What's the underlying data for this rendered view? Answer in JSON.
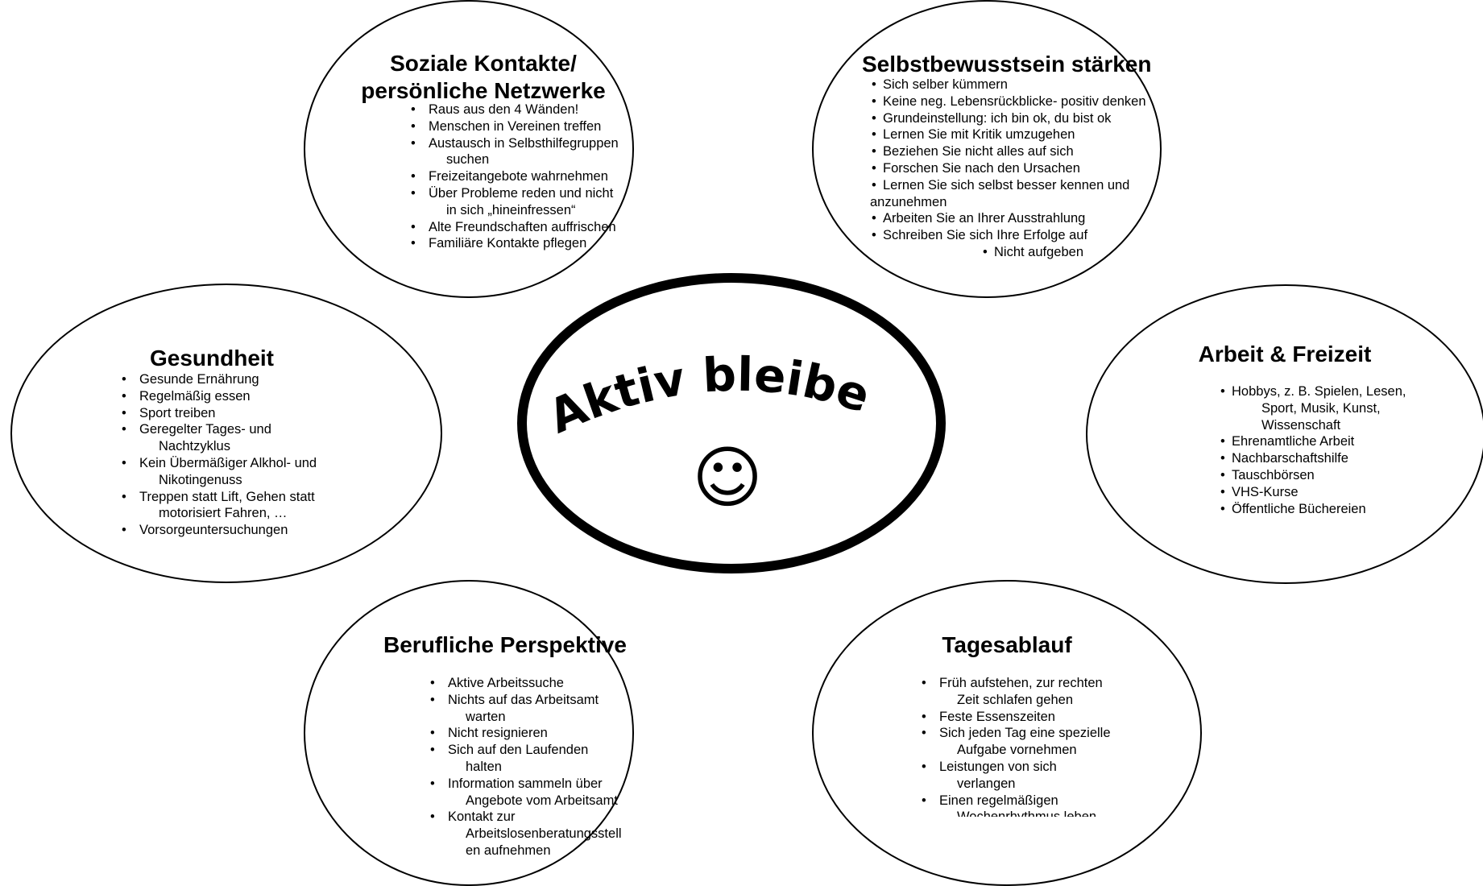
{
  "center": {
    "title": "Aktiv bleiben",
    "smiley": "☺"
  },
  "soziale": {
    "title_line1": "Soziale Kontakte/",
    "title_line2": "persönliche Netzwerke",
    "items": [
      "Raus aus den 4 Wänden!",
      "Menschen in Vereinen treffen",
      "Austausch in Selbsthilfegruppen",
      "suchen",
      "Freizeitangebote wahrnehmen",
      "Über Probleme reden und nicht",
      "in sich „hineinfressen“",
      "Alte Freundschaften auffrischen",
      "Familiäre Kontakte pflegen"
    ]
  },
  "selbst": {
    "title": "Selbstbewusstsein stärken",
    "items": [
      "Sich selber kümmern",
      "Keine neg. Lebensrückblicke- positiv  denken",
      "Grundeinstellung: ich bin ok, du bist ok",
      "Lernen Sie mit Kritik umzugehen",
      "Beziehen Sie nicht alles auf sich",
      "Forschen Sie nach den Ursachen",
      "Lernen Sie sich selbst besser kennen und",
      "anzunehmen",
      "Arbeiten Sie an Ihrer Ausstrahlung",
      "Schreiben Sie sich Ihre Erfolge auf",
      "Nicht aufgeben"
    ]
  },
  "gesundheit": {
    "title": "Gesundheit",
    "items": [
      "Gesunde Ernährung",
      "Regelmäßig essen",
      "Sport treiben",
      "Geregelter Tages- und",
      "Nachtzyklus",
      "Kein Übermäßiger Alkhol- und",
      "Nikotingenuss",
      "Treppen statt Lift, Gehen statt",
      "motorisiert Fahren, …",
      "Vorsorgeuntersuchungen"
    ]
  },
  "arbeit": {
    "title": "Arbeit & Freizeit",
    "items": [
      "Hobbys, z. B. Spielen, Lesen,",
      "Sport, Musik, Kunst,",
      "Wissenschaft",
      "Ehrenamtliche Arbeit",
      "Nachbarschaftshilfe",
      "Tauschbörsen",
      "VHS-Kurse",
      "Öffentliche Büchereien"
    ]
  },
  "beruf": {
    "title": "Berufliche Perspektive",
    "items": [
      "Aktive Arbeitssuche",
      "Nichts auf das Arbeitsamt",
      "warten",
      "Nicht resignieren",
      "Sich auf den Laufenden",
      "halten",
      "Information sammeln über",
      "Angebote vom Arbeitsamt",
      "Kontakt zur",
      "Arbeitslosenberatungsstell",
      "en aufnehmen"
    ]
  },
  "tages": {
    "title": "Tagesablauf",
    "items": [
      "Früh aufstehen, zur rechten",
      "Zeit schlafen gehen",
      "Feste Essenszeiten",
      "Sich jeden Tag eine spezielle",
      "Aufgabe vornehmen",
      "Leistungen von sich",
      "verlangen",
      "Einen regelmäßigen",
      "Wochenrhythmus leben"
    ]
  }
}
